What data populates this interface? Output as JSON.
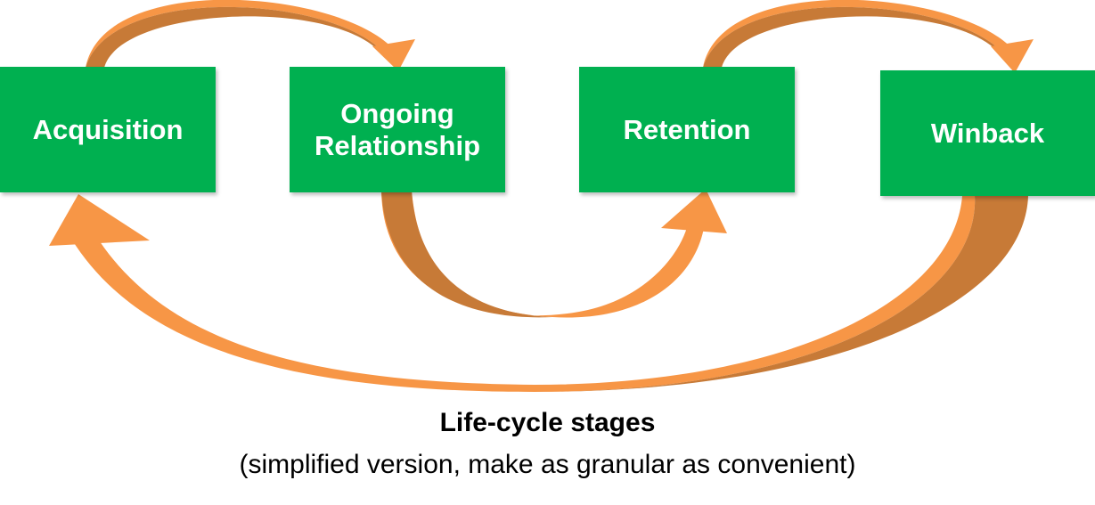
{
  "colors": {
    "stage_fill": "#00b050",
    "stage_text": "#ffffff",
    "arrow_light": "#f79646",
    "arrow_dark": "#c77a37",
    "caption_text": "#000000"
  },
  "stages": [
    {
      "lines": [
        "Acquisition"
      ]
    },
    {
      "lines": [
        "Ongoing",
        "Relationship"
      ]
    },
    {
      "lines": [
        "Retention"
      ]
    },
    {
      "lines": [
        "Winback"
      ]
    }
  ],
  "arrows": [
    {
      "from": "Acquisition",
      "to": "Ongoing Relationship",
      "side": "top"
    },
    {
      "from": "Retention",
      "to": "Winback",
      "side": "top"
    },
    {
      "from": "Ongoing Relationship",
      "to": "Retention",
      "side": "bottom"
    },
    {
      "from": "Winback",
      "to": "Acquisition",
      "side": "bottom"
    }
  ],
  "caption": {
    "title": "Life-cycle stages",
    "subtitle": "(simplified version, make as granular as convenient)"
  }
}
